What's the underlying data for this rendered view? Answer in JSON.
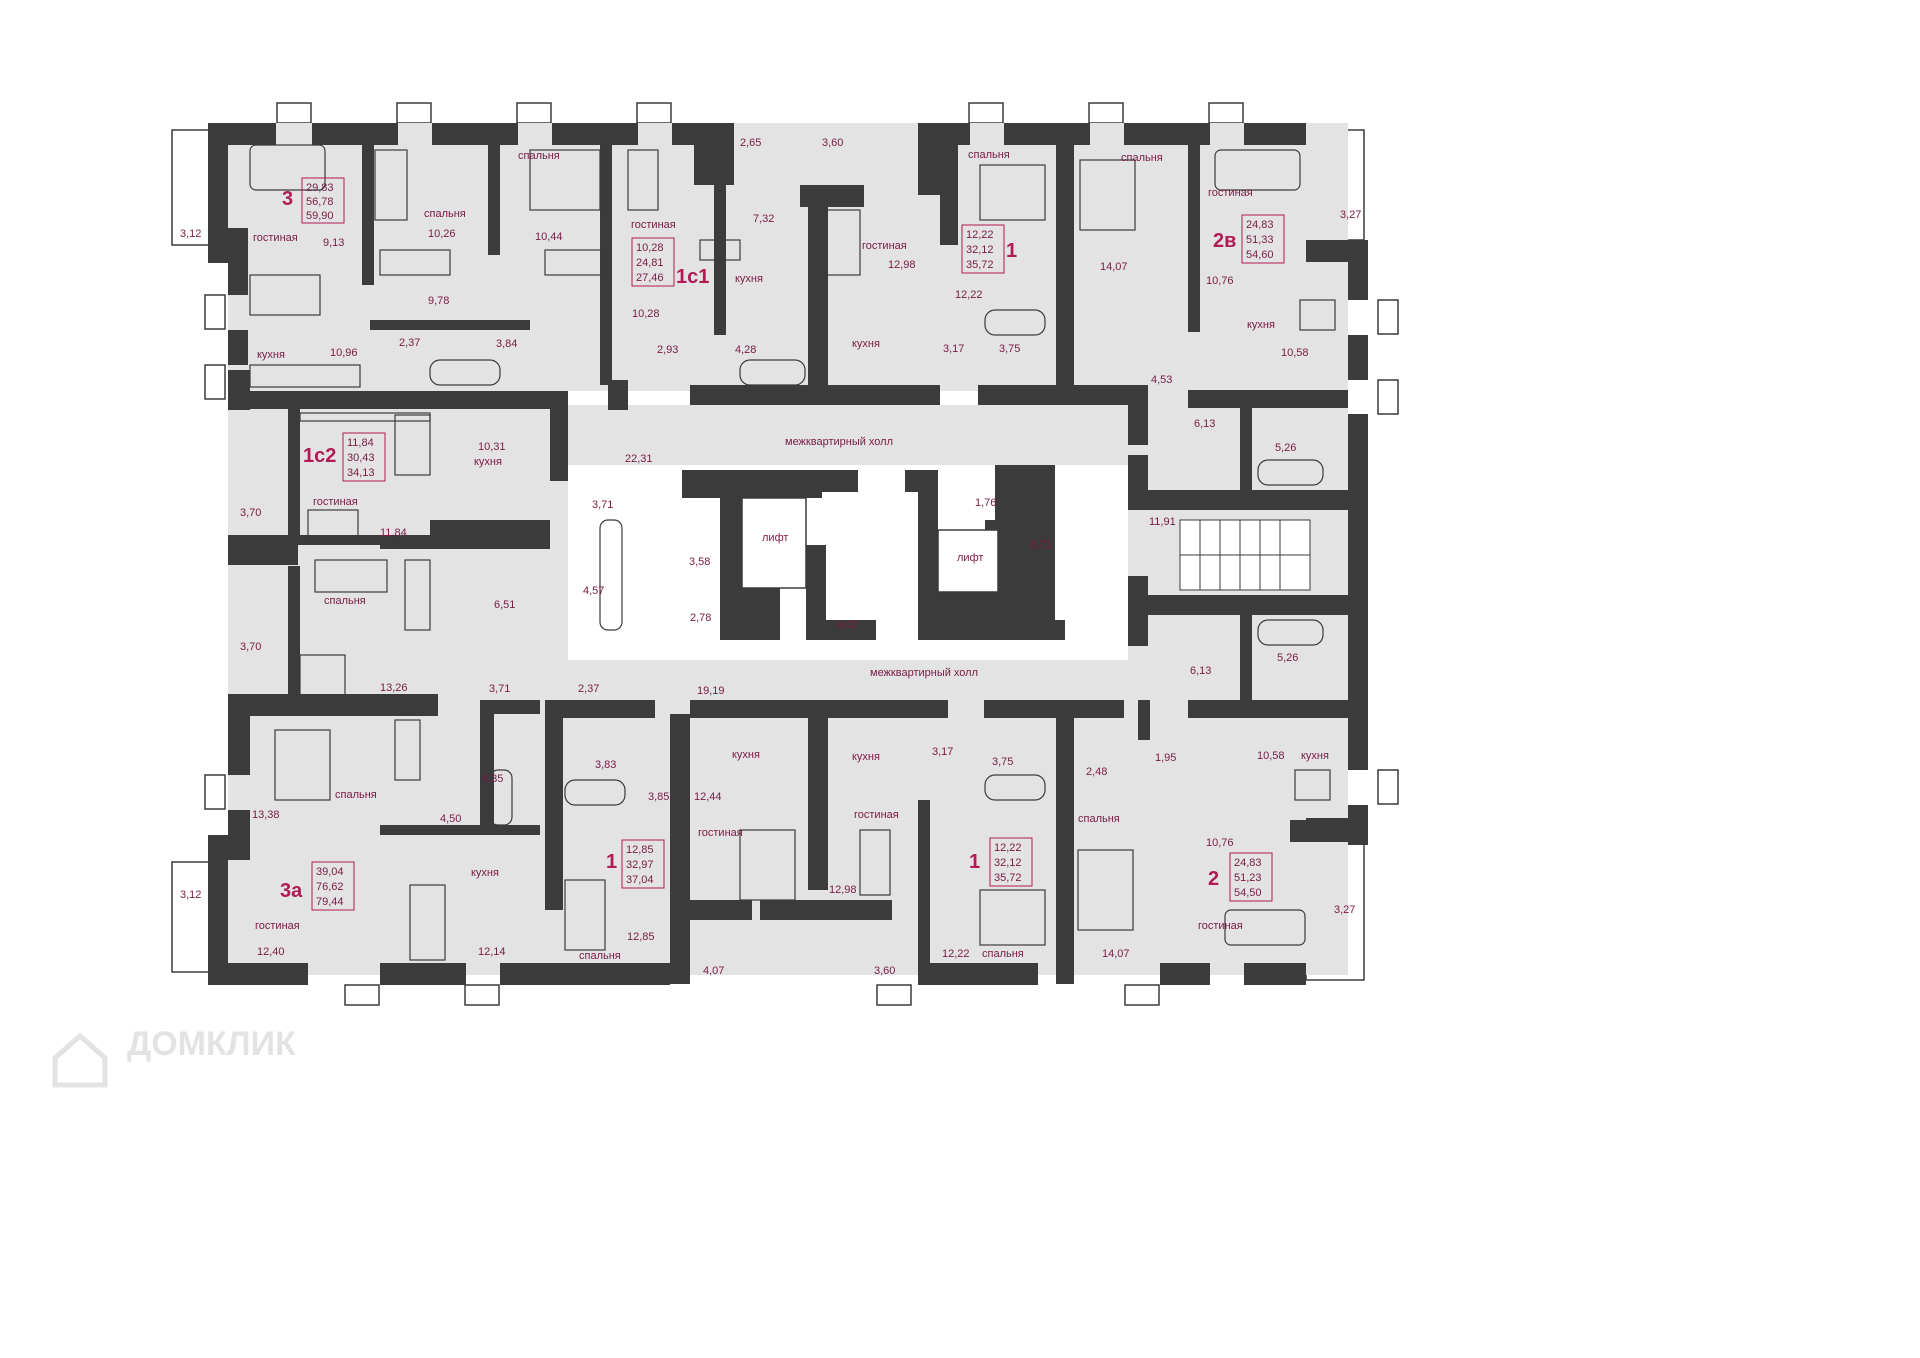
{
  "watermark": "ДОМКЛИК",
  "colors": {
    "wall": "#3b3b3b",
    "floor": "#e3e3e3",
    "accent": "#b01a55",
    "text": "#7a1a45"
  },
  "apartments": [
    {
      "type": "3",
      "areas": [
        "29,83",
        "56,78",
        "59,90"
      ]
    },
    {
      "type": "1с1",
      "areas": [
        "10,28",
        "24,81",
        "27,46"
      ]
    },
    {
      "type": "1",
      "areas": [
        "12,22",
        "32,12",
        "35,72"
      ]
    },
    {
      "type": "2в",
      "areas": [
        "24,83",
        "51,33",
        "54,60"
      ]
    },
    {
      "type": "1с2",
      "areas": [
        "11,84",
        "30,43",
        "34,13"
      ]
    },
    {
      "type": "3а",
      "areas": [
        "39,04",
        "76,62",
        "79,44"
      ]
    },
    {
      "type": "1",
      "areas": [
        "12,85",
        "32,97",
        "37,04"
      ]
    },
    {
      "type": "1",
      "areas": [
        "12,22",
        "32,12",
        "35,72"
      ]
    },
    {
      "type": "2",
      "areas": [
        "24,83",
        "51,23",
        "54,50"
      ]
    }
  ],
  "room_labels": {
    "living": "гостиная",
    "bedroom": "спальня",
    "kitchen": "кухня",
    "hall": "межквартирный холл",
    "lift": "лифт"
  },
  "areas": {
    "a01": "3,12",
    "a02": "9,13",
    "a03": "10,26",
    "a04": "10,44",
    "a05": "9,78",
    "a06": "10,96",
    "a07": "2,37",
    "a08": "3,84",
    "a09": "2,65",
    "a10": "3,60",
    "a11": "7,32",
    "a12": "10,28",
    "a13": "2,93",
    "a14": "4,28",
    "a15": "12,98",
    "a16": "12,22",
    "a17": "3,17",
    "a18": "3,75",
    "a19": "14,07",
    "a20": "4,53",
    "a21": "10,76",
    "a22": "10,58",
    "a23": "3,27",
    "a24": "6,13",
    "a25": "5,26",
    "a26": "10,31",
    "a27": "3,70",
    "a28": "11,84",
    "a29": "22,31",
    "a30": "3,71",
    "a31": "3,58",
    "a32": "1,76",
    "a33": "8,71",
    "a34": "11,91",
    "a35": "4,57",
    "a36": "2,78",
    "a37": "9,02",
    "a38": "6,51",
    "a39": "3,70",
    "a40": "13,26",
    "a41": "3,71",
    "a42": "2,37",
    "a43": "19,19",
    "a44": "6,13",
    "a45": "5,26",
    "a46": "13,38",
    "a47": "4,35",
    "a48": "3,83",
    "a49": "3,85",
    "a50": "12,44",
    "a51": "3,17",
    "a52": "3,75",
    "a53": "2,48",
    "a54": "1,95",
    "a55": "10,58",
    "a56": "4,50",
    "a57": "12,98",
    "a58": "10,76",
    "a59": "3,12",
    "a60": "12,40",
    "a61": "12,14",
    "a62": "12,85",
    "a63": "4,07",
    "a64": "3,60",
    "a65": "12,22",
    "a66": "14,07",
    "a67": "3,27"
  }
}
